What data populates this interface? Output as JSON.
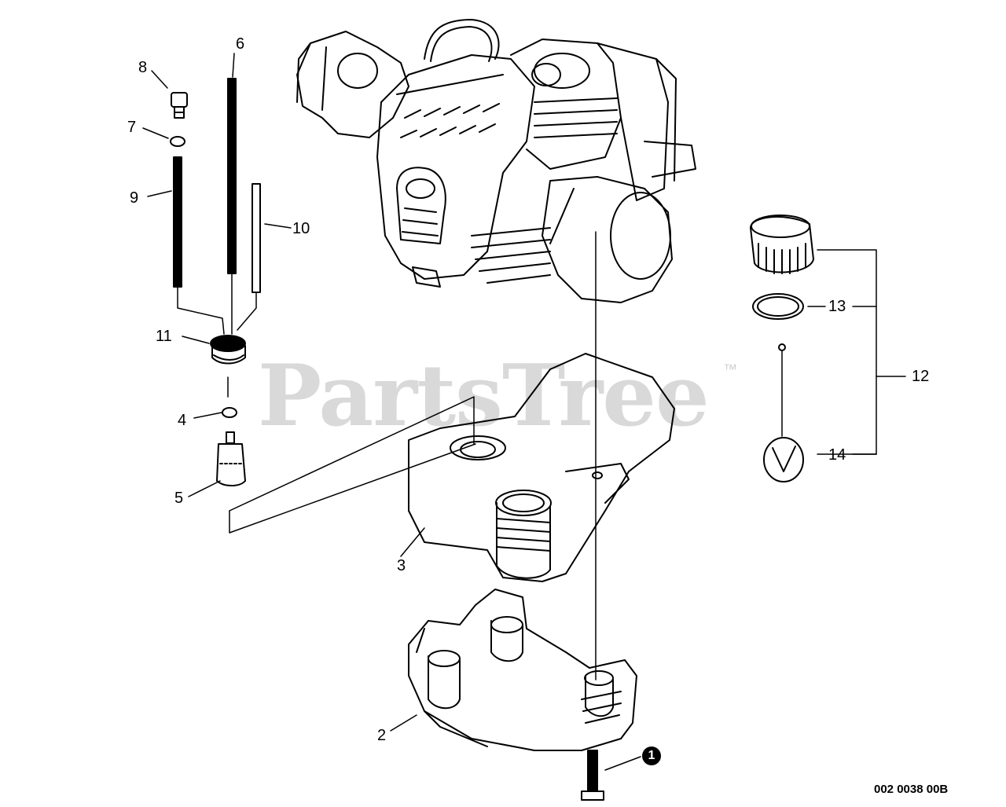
{
  "watermark": {
    "text": "PartsTree",
    "trademark": "™"
  },
  "drawing_code": "002 0038 00B",
  "callouts": {
    "c1": "1",
    "c2": "2",
    "c3": "3",
    "c4": "4",
    "c5": "5",
    "c6": "6",
    "c7": "7",
    "c8": "8",
    "c9": "9",
    "c10": "10",
    "c11": "11",
    "c12": "12",
    "c13": "13",
    "c14": "14"
  },
  "colors": {
    "line": "#000000",
    "watermark": "#d9d9d9",
    "background": "#ffffff"
  }
}
